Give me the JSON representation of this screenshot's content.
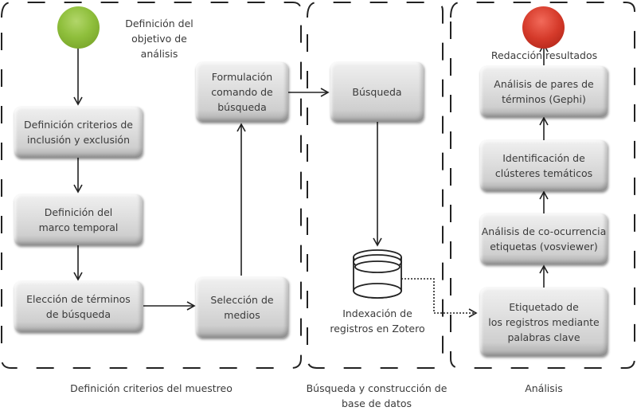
{
  "sections": [
    {
      "id": "muestreo",
      "caption": "Definición criterios del muestreo"
    },
    {
      "id": "busqueda",
      "caption": "Búsqueda y construcción de\nbase de datos"
    },
    {
      "id": "analisis",
      "caption": "Análisis"
    }
  ],
  "start": {
    "label": "Definición del\nobjetivo de análisis",
    "color": "#8fbf3c"
  },
  "end": {
    "label": "Redacción resultados",
    "color": "#d53a2a"
  },
  "nodes": {
    "criterios": "Definición criterios de\ninclusión y exclusión",
    "marco": "Definición del\nmarco temporal",
    "terminos": "Elección de términos\nde búsqueda",
    "medios": "Selección de\nmedios",
    "formulacion": "Formulación\ncomando de\nbúsqueda",
    "busqueda": "Búsqueda",
    "zotero": "Indexación de\nregistros en Zotero",
    "etiquetado": "Etiquetado de\nlos registros mediante\npalabras clave",
    "coocurrencia": "Análisis de co-ocurrencia\netiquetas (vosviewer)",
    "clusteres": "Identificación de\nclústeres temáticos",
    "pares": "Análisis de pares de\ntérminos (Gephi)"
  }
}
